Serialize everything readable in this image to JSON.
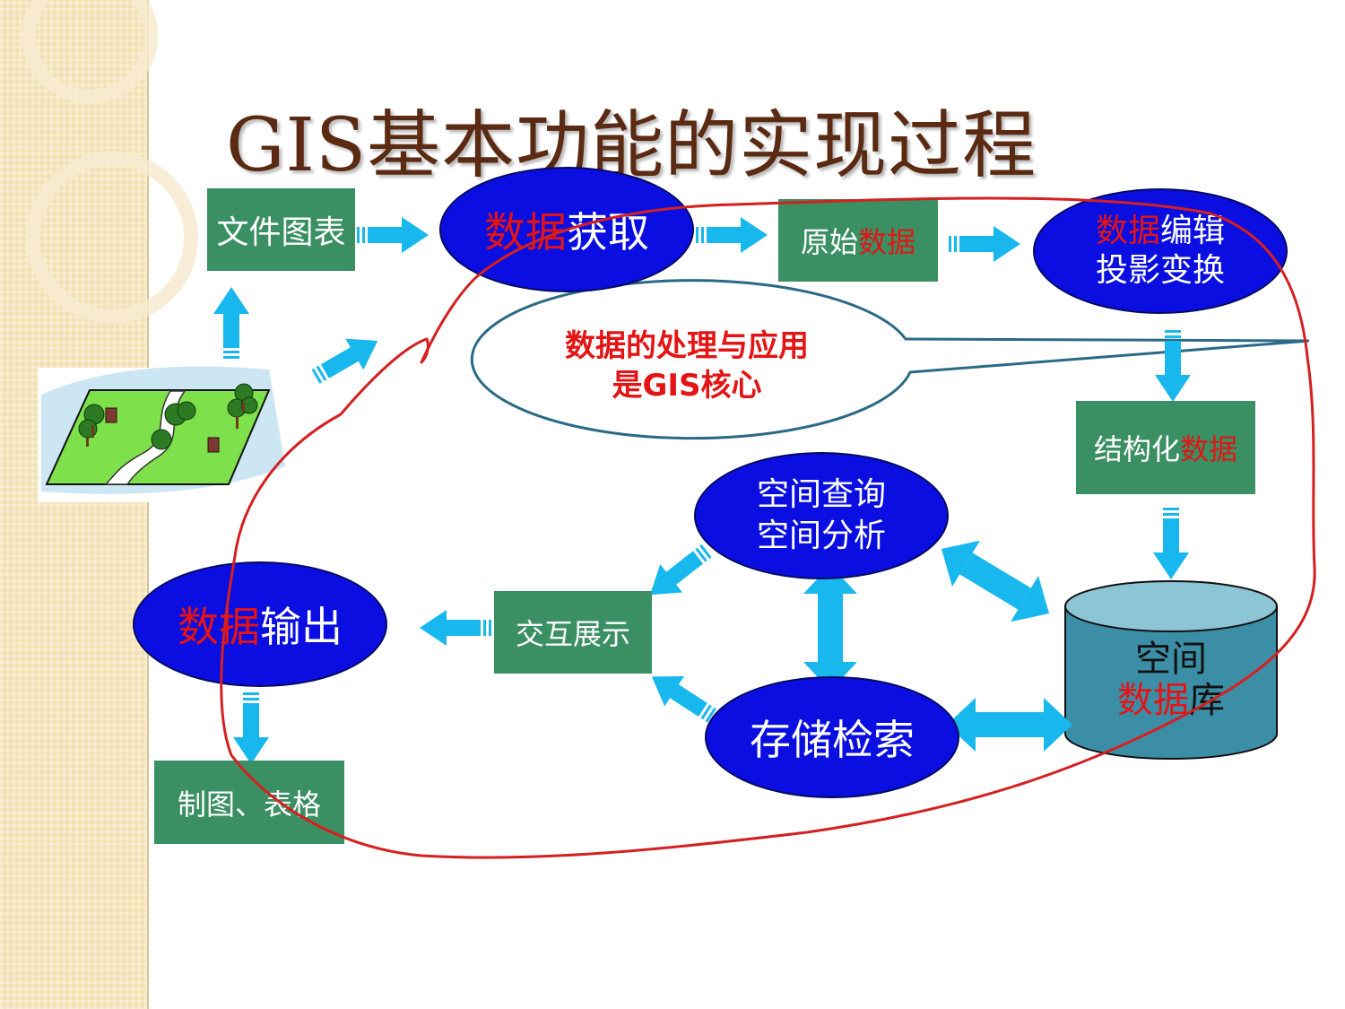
{
  "title": "GIS基本功能的实现过程",
  "nodes": {
    "file_charts": "文件图表",
    "acquire": {
      "red": "数据",
      "black": "获取"
    },
    "raw": {
      "black": "原始",
      "red": "数据"
    },
    "edit": {
      "line1_red": "数据",
      "line1_black": "编辑",
      "line2": "投影变换"
    },
    "structured": {
      "black": "结构化",
      "red": "数据"
    },
    "db": {
      "line1": "空间",
      "line2_red": "数据",
      "line2_black": "库"
    },
    "query": {
      "line1": "空间查询",
      "line2": "空间分析"
    },
    "storage": "存储检索",
    "interact": "交互展示",
    "output": {
      "red": "数据",
      "black": "输出"
    },
    "maps": "制图、表格"
  },
  "callout": {
    "line1": "数据的处理与应用",
    "line2": "是GIS核心"
  },
  "colors": {
    "title": "#5a2a12",
    "box": "#3a8f63",
    "oval": "#0a0ee0",
    "arrow": "#18b8ee",
    "highlight": "#e41414",
    "database": "#3c8ea6",
    "freehand_loop": "#d42020"
  },
  "icons": {
    "map": "landscape-map-icon"
  }
}
